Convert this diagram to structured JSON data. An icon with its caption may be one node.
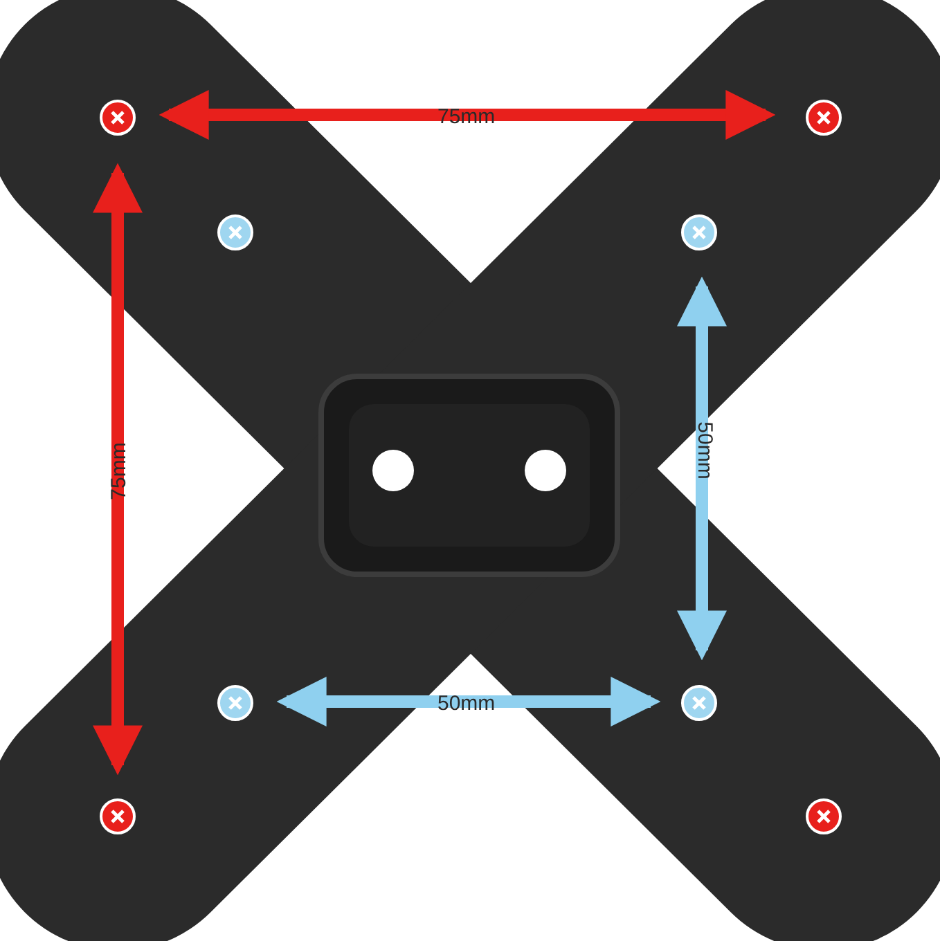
{
  "diagram": {
    "labels": [
      "75mm",
      "75mm",
      "50mm",
      "50mm"
    ]
  }
}
